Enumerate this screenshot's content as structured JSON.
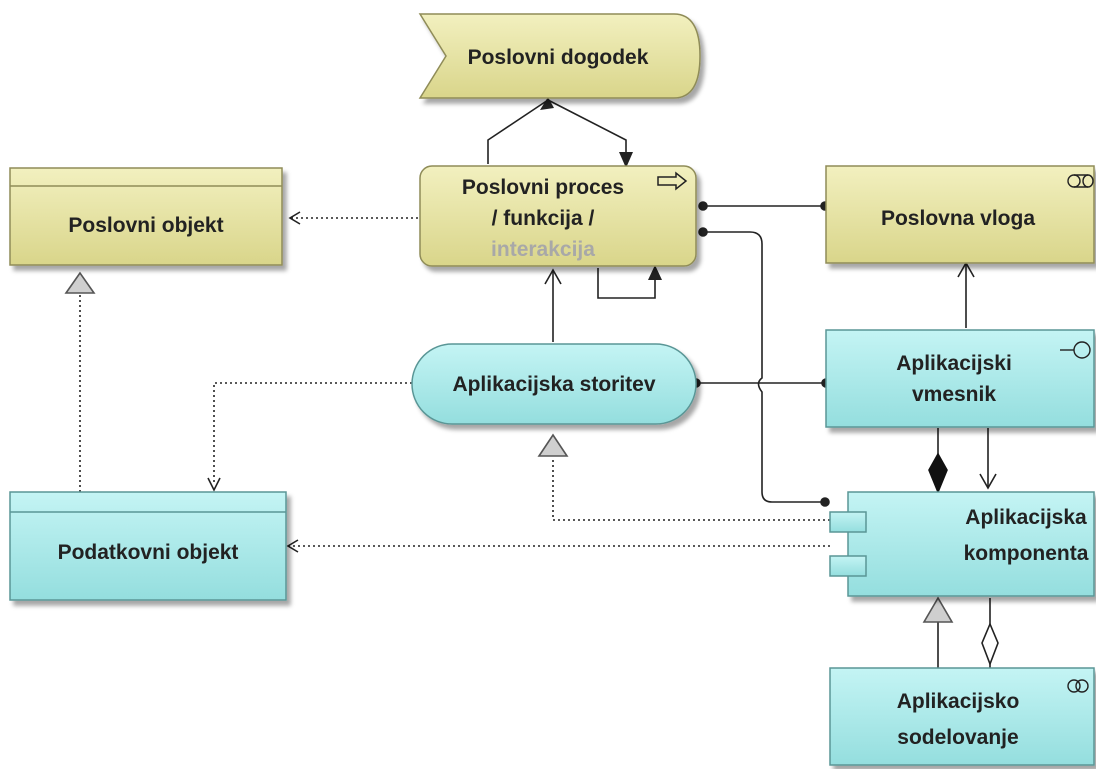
{
  "colors": {
    "business": "#e6e39e",
    "business_border": "#9a9760",
    "application": "#a9ecec",
    "application_border": "#5f9c9c"
  },
  "nodes": {
    "poslovni_dogodek": {
      "label": "Poslovni dogodek",
      "icon": "business-event-shape"
    },
    "poslovni_proces": {
      "lines": [
        "Poslovni proces",
        "/ funkcija /",
        "interakcija"
      ],
      "icon": "process-arrow-icon"
    },
    "poslovni_objekt": {
      "label": "Poslovni objekt"
    },
    "poslovna_vloga": {
      "label": "Poslovna vloga",
      "icon": "role-icon"
    },
    "aplikacijska_storitev": {
      "label": "Aplikacijska storitev"
    },
    "aplikacijski_vmesnik": {
      "lines": [
        "Aplikacijski",
        "vmesnik"
      ],
      "icon": "interface-icon"
    },
    "podatkovni_objekt": {
      "label": "Podatkovni objekt"
    },
    "aplikacijska_komponenta": {
      "lines": [
        "Aplikacijska",
        "komponenta"
      ],
      "icon": "component-icon"
    },
    "aplikacijsko_sodelovanje": {
      "lines": [
        "Aplikacijsko",
        "sodelovanje"
      ],
      "icon": "collaboration-icon"
    }
  }
}
